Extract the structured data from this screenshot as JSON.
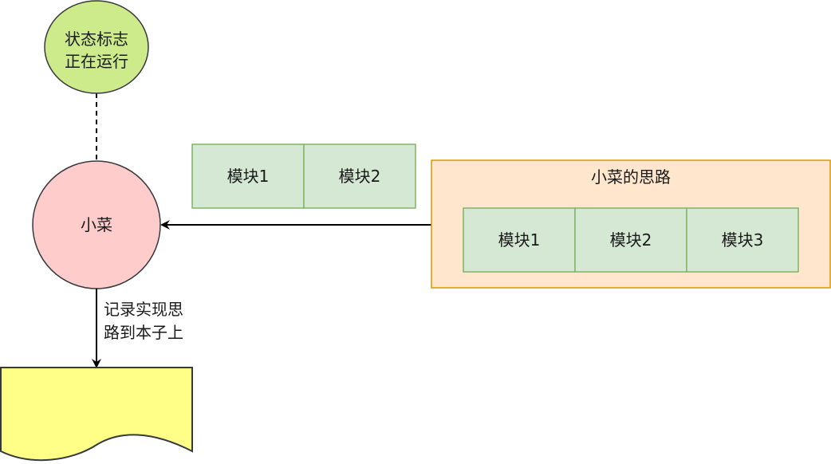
{
  "status_node": {
    "line1": "状态标志",
    "line2": "正在运行"
  },
  "person_node": {
    "label": "小菜"
  },
  "edge_label": {
    "line1": "记录实现思",
    "line2": "路到本子上"
  },
  "modules_top": [
    "模块1",
    "模块2"
  ],
  "idea_box": {
    "title": "小菜的思路",
    "modules": [
      "模块1",
      "模块2",
      "模块3"
    ]
  },
  "colors": {
    "status_fill": "#cdeb8b",
    "person_fill": "#ffcccc",
    "module_fill": "#d5e8d4",
    "module_stroke": "#82b366",
    "idea_fill": "#ffe6cc",
    "idea_stroke": "#d79b00",
    "note_fill": "#ffff88"
  }
}
